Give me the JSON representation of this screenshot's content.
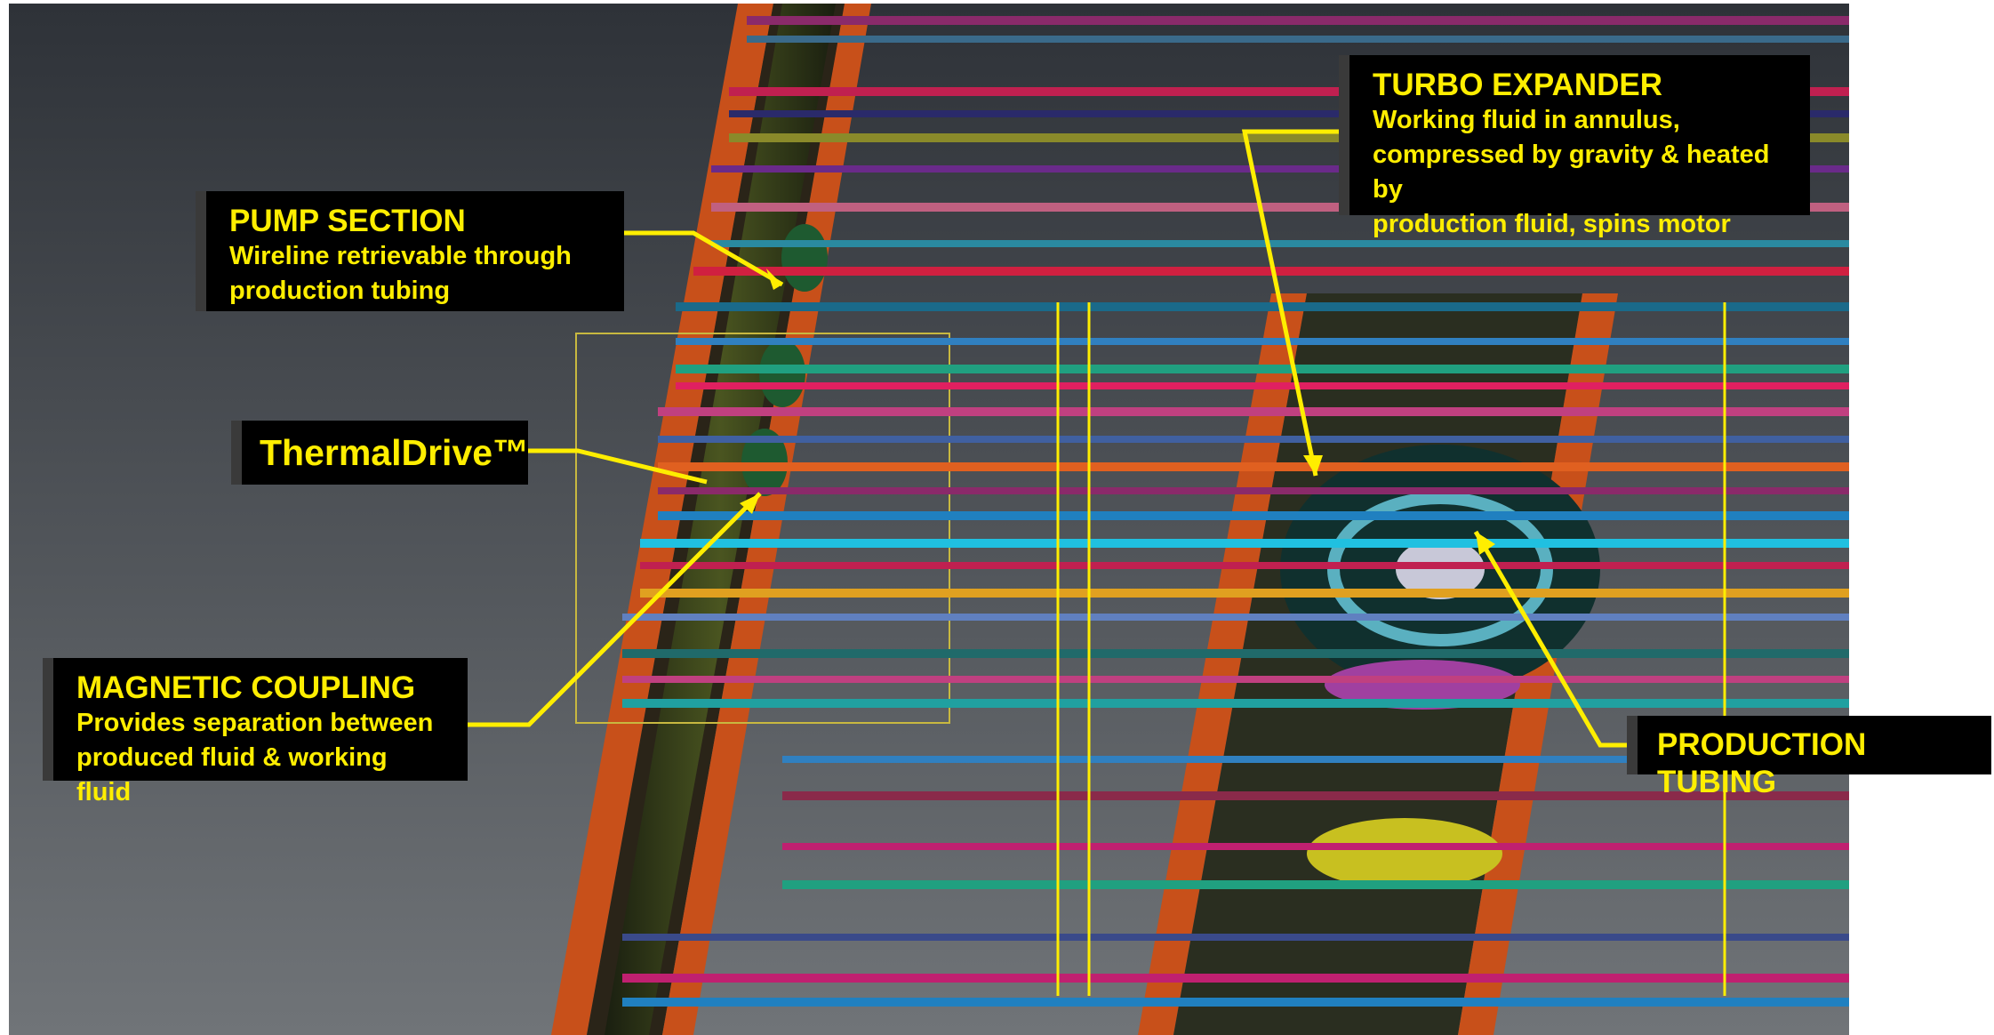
{
  "callouts": {
    "pump": {
      "title": "PUMP SECTION",
      "lines": [
        "Wireline retrievable through",
        "production tubing"
      ]
    },
    "turbo": {
      "title": "TURBO EXPANDER",
      "lines": [
        "Working fluid in annulus,",
        "compressed  by gravity & heated by",
        "production fluid, spins motor"
      ]
    },
    "thermal": {
      "title": "ThermalDrive™"
    },
    "magnetic": {
      "title": "MAGNETIC COUPLING",
      "lines": [
        "Provides separation between",
        "produced fluid & working fluid"
      ]
    },
    "production": {
      "title": "PRODUCTION TUBING"
    }
  },
  "colors": {
    "label_bg": "#000000",
    "label_text": "#ffee00",
    "leader_line": "#ffee00",
    "casing": "#c8501a",
    "background_top": "#2e3238",
    "background_bottom": "#707478"
  }
}
